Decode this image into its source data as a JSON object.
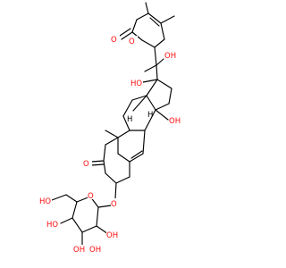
{
  "molecule": {
    "atom_labels": {
      "lactone_ring_o": "O",
      "lactone_carbonyl_o": "O",
      "side_chain_oh": "OH",
      "c17_oh": "HO",
      "c14_oh": "OH",
      "c1_ketone_o": "O",
      "glycosidic_o": "O",
      "ring_o": "O",
      "ch2_oh": "HO",
      "c4_oh": "HO",
      "c3_oh": "OH",
      "c2_oh": "OH",
      "c3sugar_oh": "OH",
      "h8": "H",
      "h9": "H"
    },
    "colors": {
      "bond": "#000000",
      "oxygen": "#ff0d0d",
      "hydrogen_label": "#000000",
      "background": "#ffffff"
    }
  }
}
